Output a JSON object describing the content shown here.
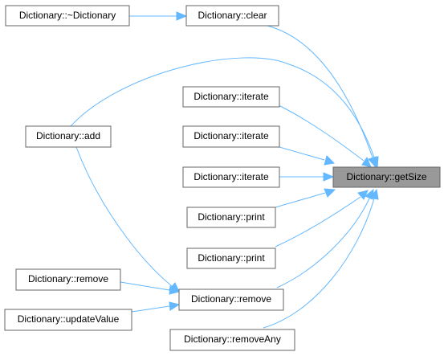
{
  "graph": {
    "nodes": {
      "getSize": "Dictionary::getSize",
      "clear": "Dictionary::clear",
      "dtor": "Dictionary::~Dictionary",
      "add": "Dictionary::add",
      "iterate1": "Dictionary::iterate",
      "iterate2": "Dictionary::iterate",
      "iterate3": "Dictionary::iterate",
      "print1": "Dictionary::print",
      "print2": "Dictionary::print",
      "remove_main": "Dictionary::remove",
      "remove_left": "Dictionary::remove",
      "updateValue": "Dictionary::updateValue",
      "removeAny": "Dictionary::removeAny"
    },
    "edges": [
      [
        "dtor",
        "clear"
      ],
      [
        "clear",
        "getSize"
      ],
      [
        "add",
        "getSize"
      ],
      [
        "iterate1",
        "getSize"
      ],
      [
        "iterate2",
        "getSize"
      ],
      [
        "iterate3",
        "getSize"
      ],
      [
        "print1",
        "getSize"
      ],
      [
        "print2",
        "getSize"
      ],
      [
        "remove_main",
        "getSize"
      ],
      [
        "removeAny",
        "getSize"
      ],
      [
        "add",
        "remove_main"
      ],
      [
        "remove_left",
        "remove_main"
      ],
      [
        "updateValue",
        "remove_main"
      ]
    ],
    "colors": {
      "edge": "#63b8ff",
      "node_border": "#666666",
      "focus_fill": "#999999"
    }
  }
}
